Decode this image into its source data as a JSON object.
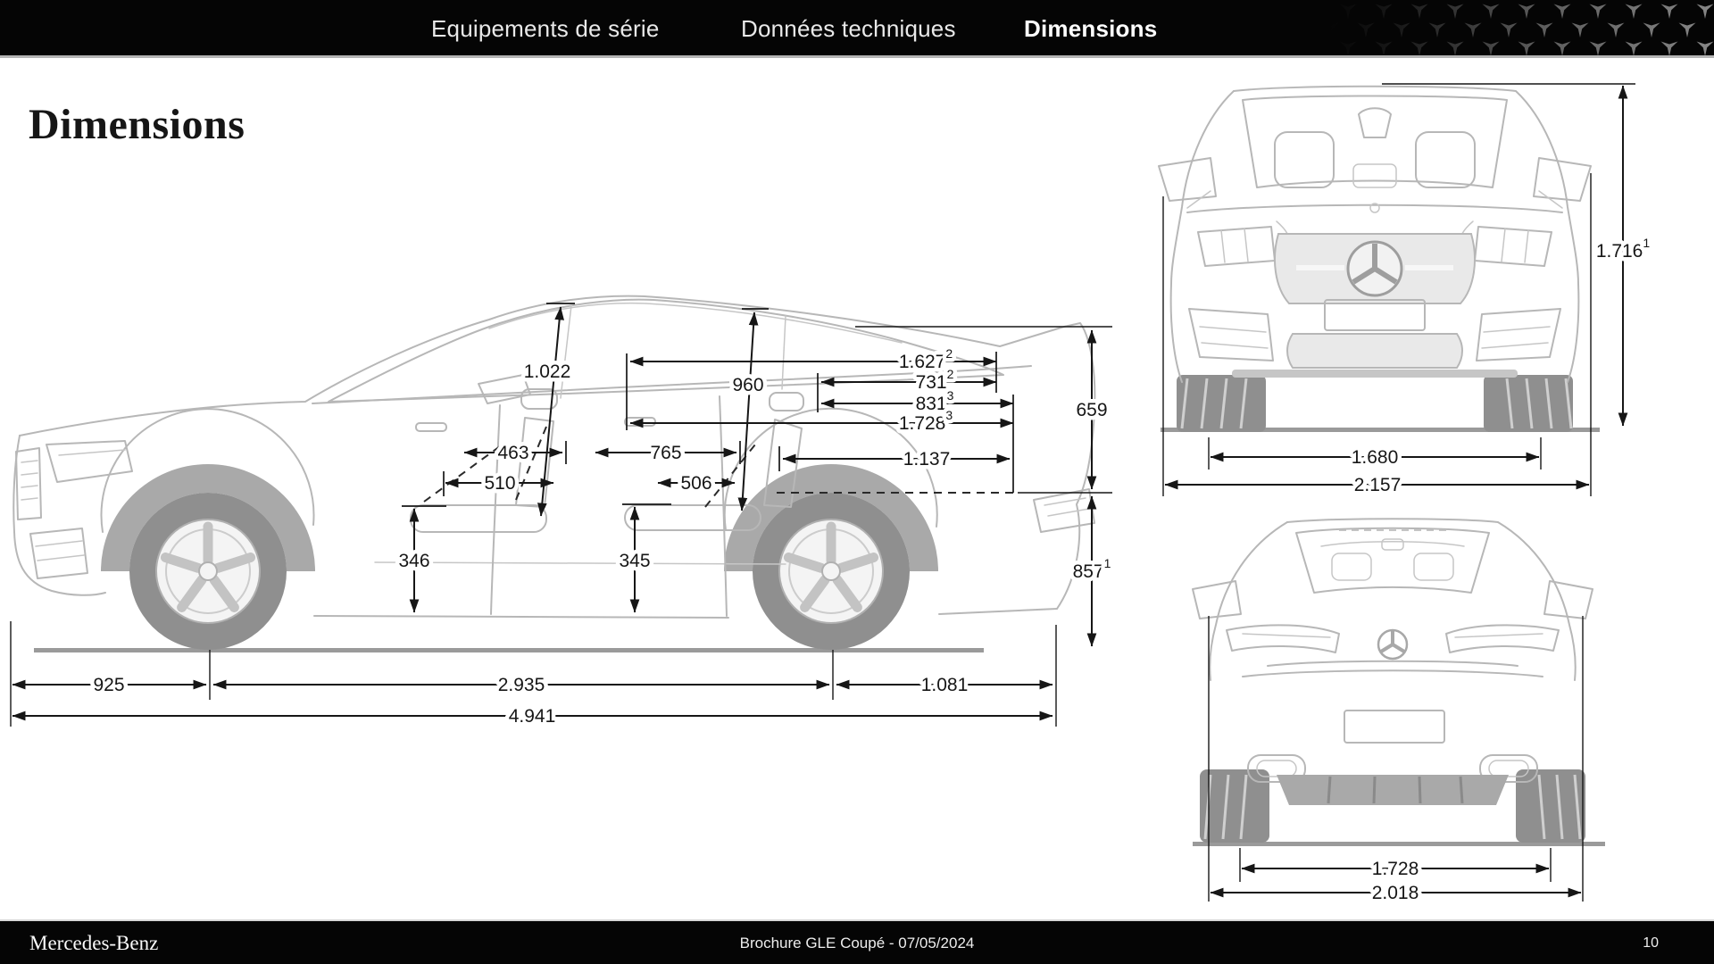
{
  "nav": {
    "tabs": [
      {
        "label": "Equipements de série",
        "active": false
      },
      {
        "label": "Données techniques",
        "active": false
      },
      {
        "label": "Dimensions",
        "active": true
      }
    ]
  },
  "page": {
    "title": "Dimensions"
  },
  "side_view": {
    "front_headroom": {
      "v": "1.022"
    },
    "rear_headroom": {
      "v": "960"
    },
    "shoulder_room_front": {
      "v": "1.627",
      "sup": "2"
    },
    "elbow_width_rear_a": {
      "v": "731",
      "sup": "2"
    },
    "elbow_width_rear_b": {
      "v": "831",
      "sup": "3"
    },
    "shoulder_room_rear": {
      "v": "1.728",
      "sup": "3"
    },
    "front_legroom_a": {
      "v": "463"
    },
    "front_legroom_b": {
      "v": "510"
    },
    "rear_legroom_a": {
      "v": "765"
    },
    "rear_legroom_b": {
      "v": "506"
    },
    "load_width": {
      "v": "1.137"
    },
    "front_seat_height": {
      "v": "346"
    },
    "rear_seat_height": {
      "v": "345"
    },
    "load_sill_upper": {
      "v": "659"
    },
    "load_sill_height": {
      "v": "857",
      "sup": "1"
    },
    "front_overhang": {
      "v": "925"
    },
    "wheelbase": {
      "v": "2.935"
    },
    "rear_overhang": {
      "v": "1.081"
    },
    "overall_length": {
      "v": "4.941"
    }
  },
  "front_view": {
    "overall_height": {
      "v": "1.716",
      "sup": "1"
    },
    "front_track": {
      "v": "1.680"
    },
    "width_with_mirrors": {
      "v": "2.157"
    }
  },
  "rear_view": {
    "rear_track": {
      "v": "1.728"
    },
    "overall_width": {
      "v": "2.018"
    }
  },
  "footer": {
    "brand": "Mercedes-Benz",
    "center": "Brochure GLE Coupé - 07/05/2024",
    "page_number": "10"
  },
  "colors": {
    "nav_bg": "#050505",
    "accent_line": "#b5b5b5",
    "drawing_line": "#b7b7b7",
    "dimension_ink": "#161616"
  }
}
